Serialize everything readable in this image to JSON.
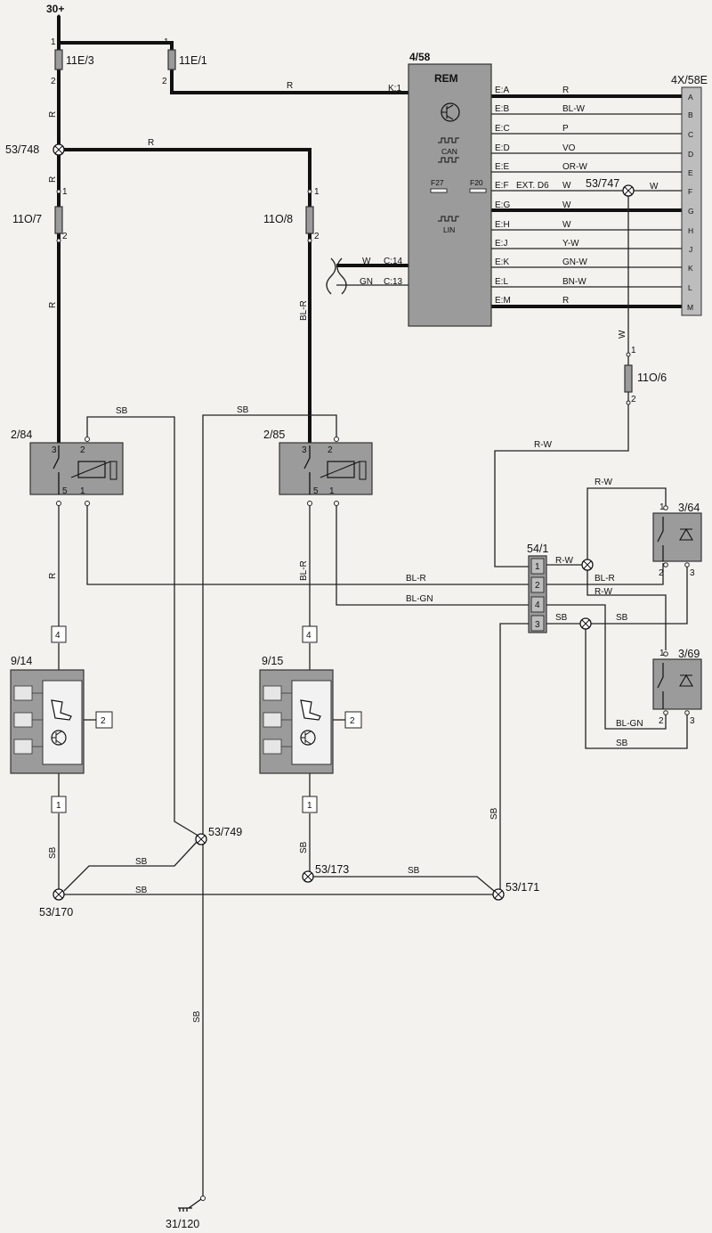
{
  "supply_label": "30+",
  "fuses": [
    {
      "id": "11E/3",
      "pin_top": "1",
      "pin_bottom": "2"
    },
    {
      "id": "11E/1",
      "pin_top": "1",
      "pin_bottom": "2"
    },
    {
      "id": "11O/7",
      "pin_top": "1",
      "pin_bottom": "2"
    },
    {
      "id": "11O/8",
      "pin_top": "1",
      "pin_bottom": "2"
    },
    {
      "id": "11O/6",
      "pin_top": "1",
      "pin_bottom": "2"
    }
  ],
  "splices": [
    "53/748",
    "53/747",
    "53/749",
    "53/170",
    "53/173",
    "53/171"
  ],
  "rem": {
    "id": "4/58",
    "label": "REM",
    "input_pin": "K:1",
    "can_label": "CAN",
    "lin_label": "LIN",
    "fuse_a": "F27",
    "fuse_b": "F20",
    "can_pins": [
      {
        "pin": "C:14",
        "color": "W"
      },
      {
        "pin": "C:13",
        "color": "GN"
      }
    ],
    "outputs": [
      {
        "pin": "E:A",
        "color": "R",
        "letter": "A"
      },
      {
        "pin": "E:B",
        "color": "BL-W",
        "letter": "B"
      },
      {
        "pin": "E:C",
        "color": "P",
        "letter": "C"
      },
      {
        "pin": "E:D",
        "color": "VO",
        "letter": "D"
      },
      {
        "pin": "E:E",
        "color": "OR-W",
        "letter": "E"
      },
      {
        "pin": "E:F",
        "color": "W",
        "letter": "F",
        "extra": "EXT. D6"
      },
      {
        "pin": "E:G",
        "color": "W",
        "letter": "G"
      },
      {
        "pin": "E:H",
        "color": "W",
        "letter": "H"
      },
      {
        "pin": "E:J",
        "color": "Y-W",
        "letter": "J"
      },
      {
        "pin": "E:K",
        "color": "GN-W",
        "letter": "K"
      },
      {
        "pin": "E:L",
        "color": "BN-W",
        "letter": "L"
      },
      {
        "pin": "E:M",
        "color": "R",
        "letter": "M"
      }
    ]
  },
  "connector_4x58e": "4X/58E",
  "relays": [
    {
      "id": "2/84",
      "pins": [
        "3",
        "2",
        "5",
        "1"
      ]
    },
    {
      "id": "2/85",
      "pins": [
        "3",
        "2",
        "5",
        "1"
      ]
    }
  ],
  "seat_modules": [
    {
      "id": "9/14",
      "pin_top": "4",
      "pin_side": "2",
      "pin_bottom": "1"
    },
    {
      "id": "9/15",
      "pin_top": "4",
      "pin_side": "2",
      "pin_bottom": "1"
    }
  ],
  "connector_54_1": {
    "id": "54/1",
    "pins": [
      "1",
      "2",
      "4",
      "3"
    ]
  },
  "switches": [
    {
      "id": "3/64",
      "pins": [
        "1",
        "2",
        "3"
      ]
    },
    {
      "id": "3/69",
      "pins": [
        "1",
        "2",
        "3"
      ]
    }
  ],
  "ground": "31/120",
  "wire_colors": {
    "r": "R",
    "bl_r": "BL-R",
    "w": "W",
    "r_w": "R-W",
    "sb": "SB",
    "bl_gn": "BL-GN"
  }
}
